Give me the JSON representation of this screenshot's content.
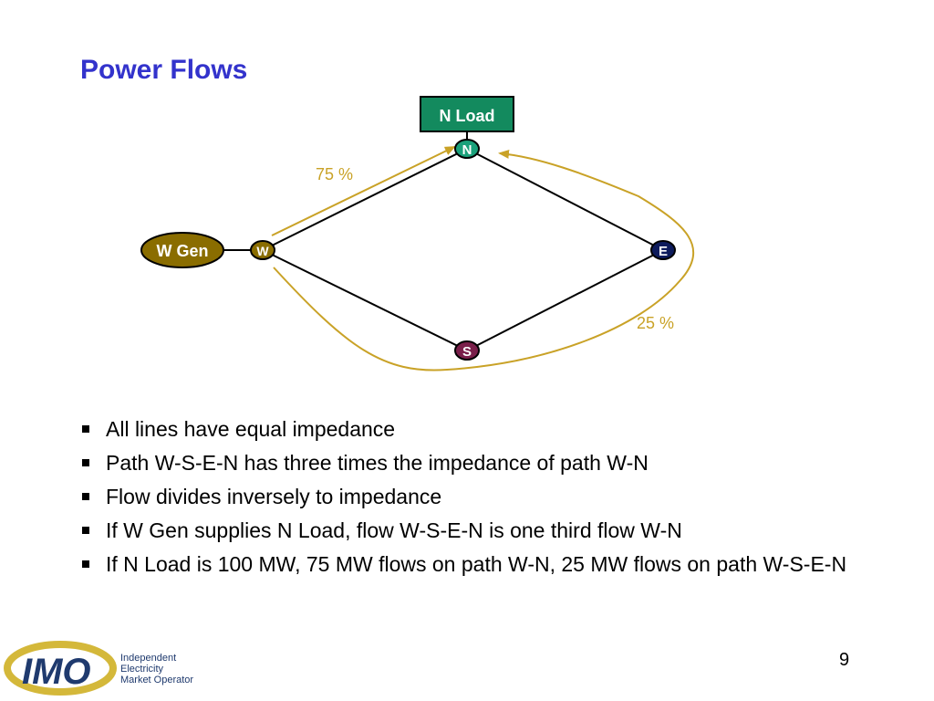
{
  "slide": {
    "title": "Power Flows",
    "page_number": "9"
  },
  "diagram": {
    "nodes": {
      "n": "N",
      "w": "W",
      "e": "E",
      "s": "S"
    },
    "n_load_label": "N Load",
    "w_gen_label": "W Gen",
    "flow_wn_label": "75 %",
    "flow_wsen_label": "25 %",
    "colors": {
      "line": "#000000",
      "flow_arrow": "#c9a227",
      "node_n": "#1aa07a",
      "node_w": "#8a6d00",
      "node_e": "#0d1b5c",
      "node_s": "#7a1f4a",
      "n_load_fill": "#138a5e",
      "w_gen_fill": "#8a6d00",
      "flow_label": "#c9a227",
      "title": "#3333cc"
    }
  },
  "bullets": [
    "All lines have equal impedance",
    "Path W-S-E-N has three times the impedance of path W-N",
    "Flow divides inversely to impedance",
    "If W Gen supplies N Load, flow W-S-E-N is one third flow W-N",
    "If N Load is 100 MW, 75 MW flows on path W-N, 25 MW flows on path W-S-E-N"
  ],
  "logo": {
    "wordmark": "IMO",
    "line1": "Independent",
    "line2": "Electricity",
    "line3": "Market Operator"
  }
}
